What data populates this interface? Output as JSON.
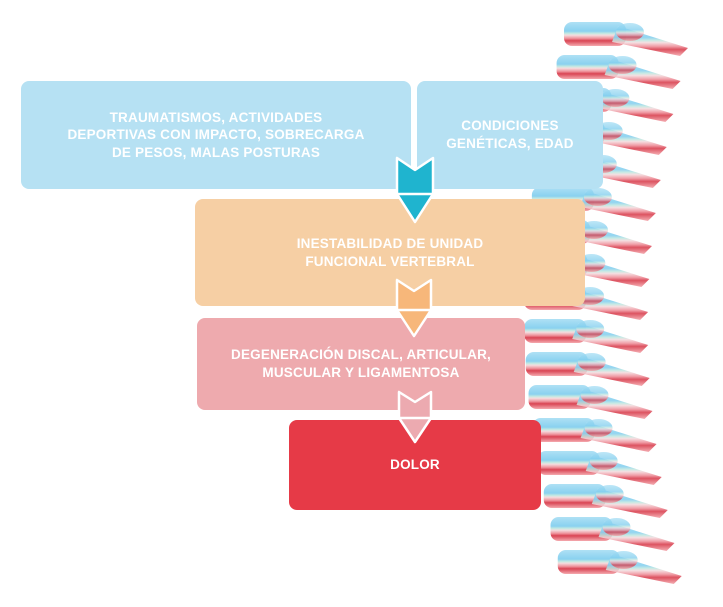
{
  "colors": {
    "blue_box": "#b6e1f3",
    "blue_arrow": "#1fb4cf",
    "orange_box": "#f6cfa4",
    "orange_arrow": "#f7b77a",
    "rose_box": "#eeaaae",
    "rose_arrow": "#ecaab0",
    "red_box": "#e63a47",
    "spine_blue": "#8fd3ef",
    "spine_red": "#d84050"
  },
  "icons": [
    "spine-illustration",
    "down-arrow-icon"
  ],
  "diagram": {
    "causes_box": {
      "label": "TRAUMATISMOS, ACTIVIDADES\nDEPORTIVAS CON IMPACTO, SOBRECARGA\nDE PESOS, MALAS POSTURAS"
    },
    "genetic_box": {
      "label": "CONDICIONES\nGENÉTICAS, EDAD"
    },
    "instability_box": {
      "label": "INESTABILIDAD DE UNIDAD\nFUNCIONAL VERTEBRAL"
    },
    "degeneration_box": {
      "label": "DEGENERACIÓN DISCAL, ARTICULAR,\nMUSCULAR Y LIGAMENTOSA"
    },
    "pain_box": {
      "label": "DOLOR"
    }
  }
}
